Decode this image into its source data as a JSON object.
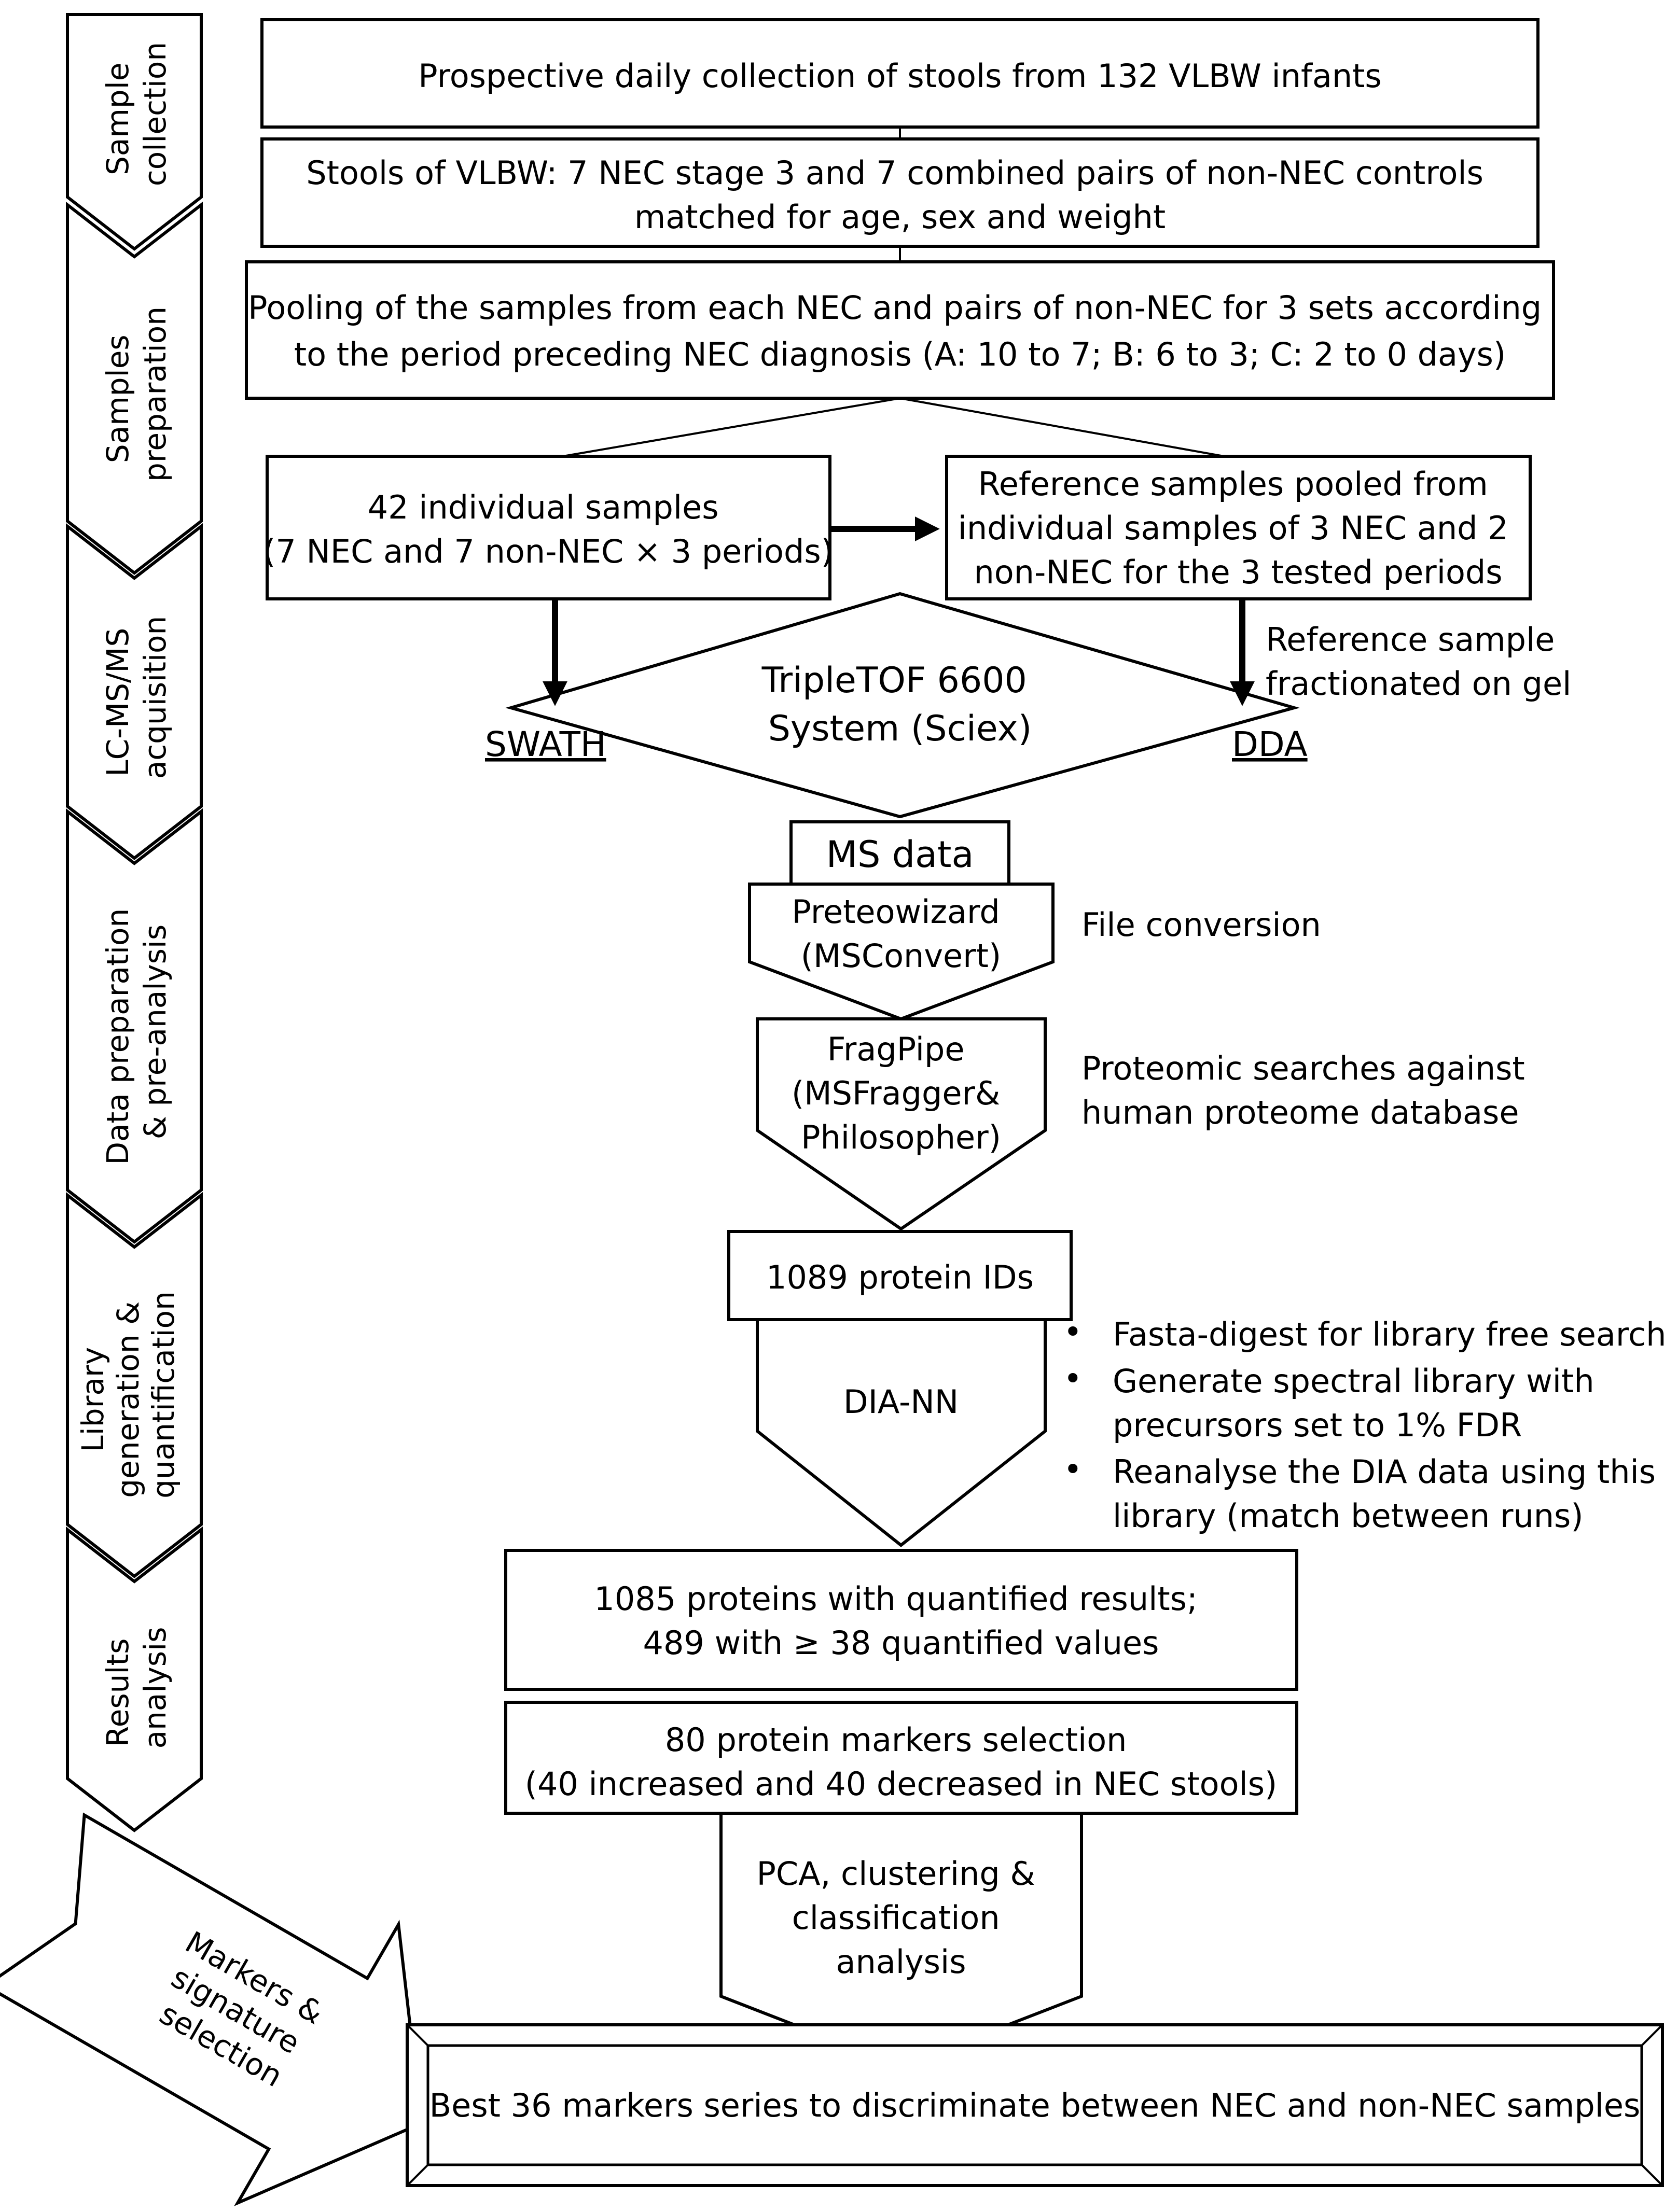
{
  "stages": [
    {
      "lines": [
        "Sample",
        "collection"
      ]
    },
    {
      "lines": [
        "Samples",
        "preparation"
      ]
    },
    {
      "lines": [
        "LC-MS/MS",
        "acquisition"
      ]
    },
    {
      "lines": [
        "Data preparation",
        "& pre-analysis"
      ]
    },
    {
      "lines": [
        "Library",
        "generation &",
        "quantification"
      ]
    },
    {
      "lines": [
        "Results",
        "analysis"
      ]
    }
  ],
  "final_stage": {
    "lines": [
      "Markers &",
      "signature",
      "selection"
    ]
  },
  "boxes": {
    "collection": [
      "Prospective daily collection of stools from 132 VLBW infants"
    ],
    "stools": [
      "Stools of VLBW: 7 NEC stage 3 and 7 combined pairs of non-NEC controls",
      "matched for age, sex and weight"
    ],
    "pooling": [
      "Pooling of the samples from each NEC and pairs of non-NEC for 3 sets according",
      "to the period preceding NEC diagnosis (A: 10 to 7; B: 6 to 3; C: 2 to 0 days)"
    ],
    "individual": [
      "42 individual samples",
      "(7 NEC and 7 non-NEC × 3 periods)"
    ],
    "reference": [
      "Reference samples pooled from",
      "individual samples of 3 NEC and 2",
      "non-NEC for the 3 tested periods"
    ],
    "ms_data": [
      "MS data"
    ],
    "protein_ids": [
      "1089 protein IDs"
    ],
    "quantified": [
      "1085 proteins with quantified results;",
      "489 with ≥ 38 quantified values"
    ],
    "markers": [
      "80 protein markers selection",
      "(40 increased and 40 decreased in NEC stools)"
    ],
    "best": [
      "Best 36 markers series to discriminate between NEC and non-NEC samples"
    ]
  },
  "instrument": [
    "TripleTOF 6600",
    "System (Sciex)"
  ],
  "swath_label": "SWATH",
  "dda_label": "DDA",
  "reference_note": [
    "Reference sample",
    "fractionated on gel"
  ],
  "tools": {
    "proteowizard": [
      "Preteowizard",
      "(MSConvert)"
    ],
    "fragpipe": [
      "FragPipe",
      "(MSFragger&",
      "Philosopher)"
    ],
    "diann": [
      "DIA-NN"
    ],
    "pca": [
      "PCA, clustering &",
      "classification",
      "analysis"
    ]
  },
  "notes": {
    "file_conversion": [
      "File conversion"
    ],
    "proteomic": [
      "Proteomic searches against",
      "human proteome database"
    ]
  },
  "bullet_symbol": "•",
  "bullets": [
    [
      "Fasta-digest for library free search"
    ],
    [
      "Generate spectral library with",
      "precursors set to 1% FDR"
    ],
    [
      "Reanalyse the DIA data using this",
      "library (match between runs)"
    ]
  ]
}
